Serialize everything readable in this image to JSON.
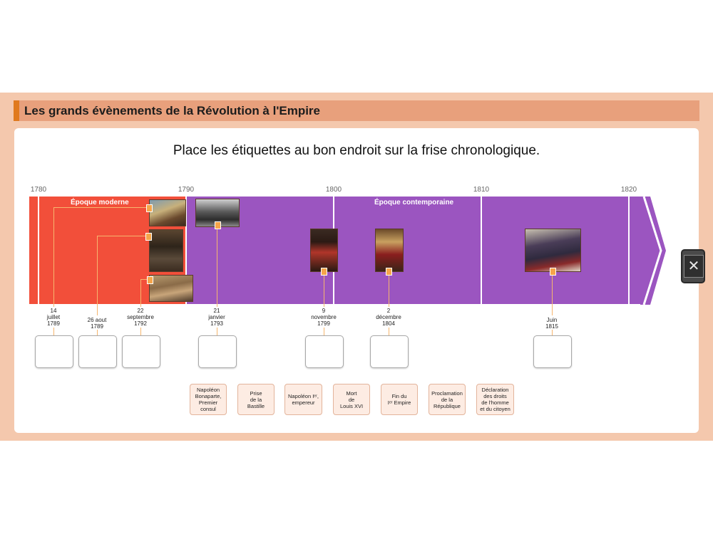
{
  "header": {
    "title": "Les grands évènements de la Révolution à l'Empire"
  },
  "instruction": "Place les étiquettes au bon endroit sur la frise chronologique.",
  "timeline": {
    "years": [
      "1780",
      "1790",
      "1800",
      "1810",
      "1820"
    ],
    "eras": {
      "modern": "Époque moderne",
      "contemporary": "Époque contemporaine"
    },
    "colors": {
      "modern": "#f24f3a",
      "contemporary": "#9b55c0",
      "marker": "#f6a54a"
    },
    "dates": [
      "14\njuillet\n1789",
      "26 aout\n1789",
      "22\nseptembre\n1792",
      "21\njanvier\n1793",
      "9\nnovembre\n1799",
      "2\ndécembre\n1804",
      "Juin\n1815"
    ]
  },
  "labels": [
    "Napoléon\nBonaparte,\nPremier\nconsul",
    "Prise\nde la\nBastille",
    "Napoléon Iᵉʳ,\nempereur",
    "Mort\nde\nLouis XVI",
    "Fin du\nIᵉʳ Empire",
    "Proclamation\nde la\nRépublique",
    "Déclaration\ndes droits\nde l'homme\net du citoyen"
  ],
  "close_button": {
    "icon": "close-icon",
    "glyph": "✕"
  }
}
